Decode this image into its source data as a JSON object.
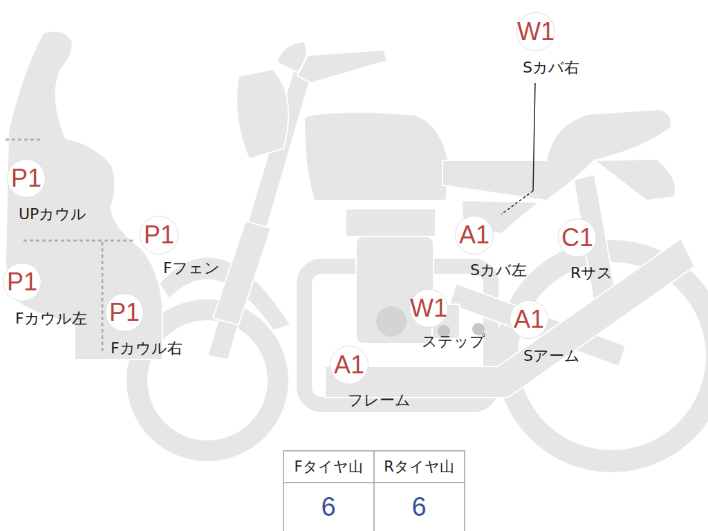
{
  "diagram": {
    "nodes": [
      {
        "text": [
          "W1",
          "Sカバ右"
        ]
      },
      {
        "text": [
          "P1",
          "UPカウル"
        ]
      },
      {
        "text": [
          "P1",
          "Fフェン"
        ]
      },
      {
        "text": [
          "A1",
          "Sカバ左"
        ]
      },
      {
        "text": [
          "C1",
          "Rサス"
        ]
      },
      {
        "text": [
          "P1",
          "Fカウル左"
        ]
      },
      {
        "text": [
          "W1",
          "ステップ"
        ]
      },
      {
        "text": [
          "P1",
          "Fカウル右"
        ]
      },
      {
        "text": [
          "A1",
          "Sアーム"
        ]
      },
      {
        "text": [
          "A1",
          "フレーム"
        ]
      }
    ],
    "edges": [],
    "labels": [
      "Fタイヤ山",
      "Rタイヤ山",
      "6",
      "6"
    ]
  }
}
